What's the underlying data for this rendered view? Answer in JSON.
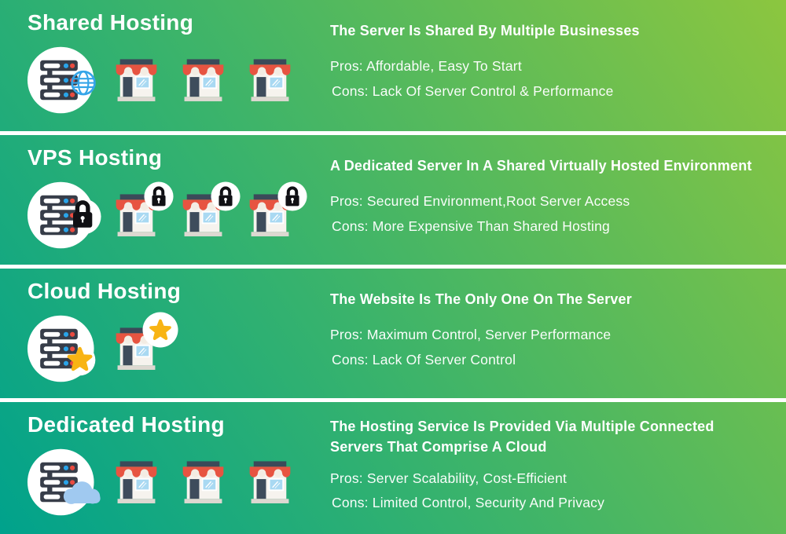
{
  "theme": {
    "gradient_teal": "#00a28c",
    "gradient_mid": "#35b26e",
    "gradient_lime": "#8cc63f",
    "separator": "#ffffff",
    "text": "#ffffff",
    "icon_server_body": "#373d49",
    "icon_dot_blue": "#29a4e9",
    "icon_dot_red": "#ea4b40",
    "icon_awning_red": "#e75441",
    "icon_door_slate": "#3e4c5c",
    "icon_window_blue": "#a9d9f2",
    "icon_star_yellow": "#f8b414",
    "icon_cloud_blue": "#a0c9f0",
    "icon_lock_black": "#101014",
    "icon_globe_blue": "#35a5e8"
  },
  "sections": [
    {
      "title": "Shared Hosting",
      "heading": "The Server Is Shared By Multiple Businesses",
      "pros": "Pros: Affordable, Easy To Start",
      "cons": "Cons: Lack Of Server Control & Performance",
      "server_badge": "globe-icon",
      "store_count": 3,
      "store_badge": "none"
    },
    {
      "title": "VPS Hosting",
      "heading": "A Dedicated Server In A Shared Virtually Hosted Environment",
      "pros": "Pros: Secured Environment,Root Server Access",
      "cons": "Cons: More Expensive Than Shared Hosting",
      "server_badge": "lock-icon",
      "store_count": 3,
      "store_badge": "lock-icon"
    },
    {
      "title": "Cloud Hosting",
      "heading": "The Website Is The Only One On The Server",
      "pros": "Pros: Maximum Control, Server Performance",
      "cons": "Cons: Lack Of Server Control",
      "server_badge": "star-icon",
      "store_count": 1,
      "store_badge": "star-icon"
    },
    {
      "title": "Dedicated Hosting",
      "heading": "The Hosting Service Is Provided Via Multiple Connected",
      "heading2": "Servers That Comprise A Cloud",
      "pros": "Pros: Server Scalability, Cost-Efficient",
      "cons": "Cons: Limited Control, Security And Privacy",
      "server_badge": "cloud-icon",
      "store_count": 3,
      "store_badge": "none"
    }
  ]
}
